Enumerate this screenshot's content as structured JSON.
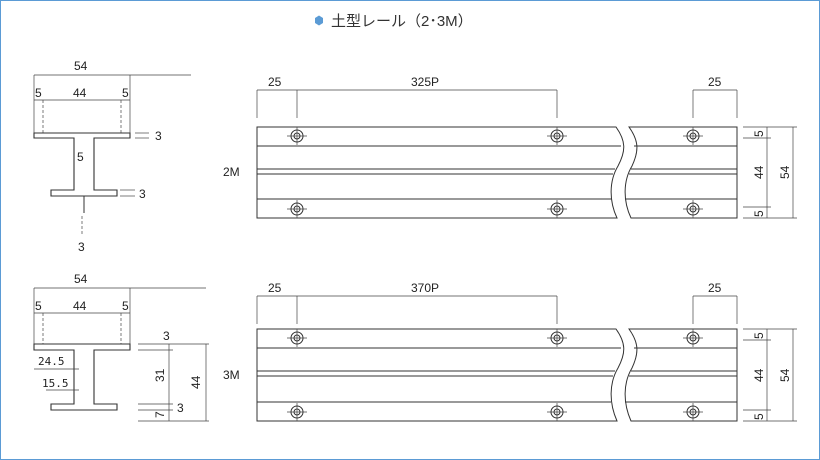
{
  "title": "土型レール（2･3M）",
  "accent_color": "#5b9bd5",
  "line_color": "#333333",
  "profile_2m": {
    "top_width": "54",
    "inner_left": "5",
    "inner_center": "44",
    "inner_right": "5",
    "flange_thickness": "3",
    "web_label": "5",
    "bottom_flange_thickness": "3",
    "bottom_label": "3"
  },
  "profile_3m": {
    "top_width": "54",
    "inner_left": "5",
    "inner_center": "44",
    "inner_right": "5",
    "dim_24_5": "24.5",
    "dim_15_5": "15.5",
    "dim_3_top": "3",
    "dim_31": "31",
    "dim_44": "44",
    "dim_7": "7",
    "dim_3_bottom": "3"
  },
  "rail_2m": {
    "label": "2M",
    "left_end": "25",
    "pitch": "325P",
    "right_end": "25",
    "side_top": "5",
    "side_mid": "44",
    "side_bottom": "5",
    "side_total": "54"
  },
  "rail_3m": {
    "label": "3M",
    "left_end": "25",
    "pitch": "370P",
    "right_end": "25",
    "side_top": "5",
    "side_mid": "44",
    "side_bottom": "5",
    "side_total": "54"
  }
}
